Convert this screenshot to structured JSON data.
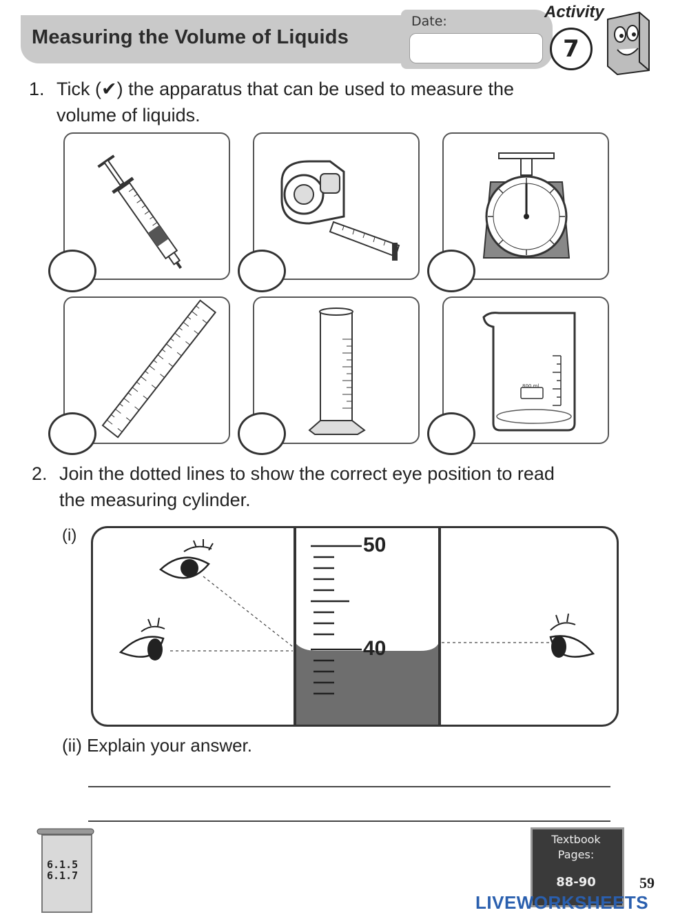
{
  "header": {
    "title": "Measuring the Volume of Liquids",
    "date_label": "Date:",
    "activity_label": "Activity",
    "activity_number": "7"
  },
  "question1": {
    "number": "1.",
    "line1": "Tick (✔) the apparatus that can be used to measure the",
    "line2": "volume of liquids.",
    "items": [
      {
        "name": "syringe-icon"
      },
      {
        "name": "measuring-tape-icon"
      },
      {
        "name": "weighing-scale-icon"
      },
      {
        "name": "ruler-icon"
      },
      {
        "name": "measuring-cylinder-icon"
      },
      {
        "name": "beaker-icon"
      }
    ],
    "beaker_label": "800 ml"
  },
  "question2": {
    "number": "2.",
    "line1": "Join the dotted lines to show the correct eye position to read",
    "line2": "the measuring cylinder.",
    "part_i": "(i)",
    "scale_top": "50",
    "scale_bottom": "40",
    "part_ii": "(ii) Explain your answer."
  },
  "footer": {
    "codes": [
      "6.1.5",
      "6.1.7"
    ],
    "textbook_label_1": "Textbook",
    "textbook_label_2": "Pages:",
    "textbook_pages": "88-90",
    "page_number": "59",
    "watermark": "LIVEWORKSHEETS"
  }
}
